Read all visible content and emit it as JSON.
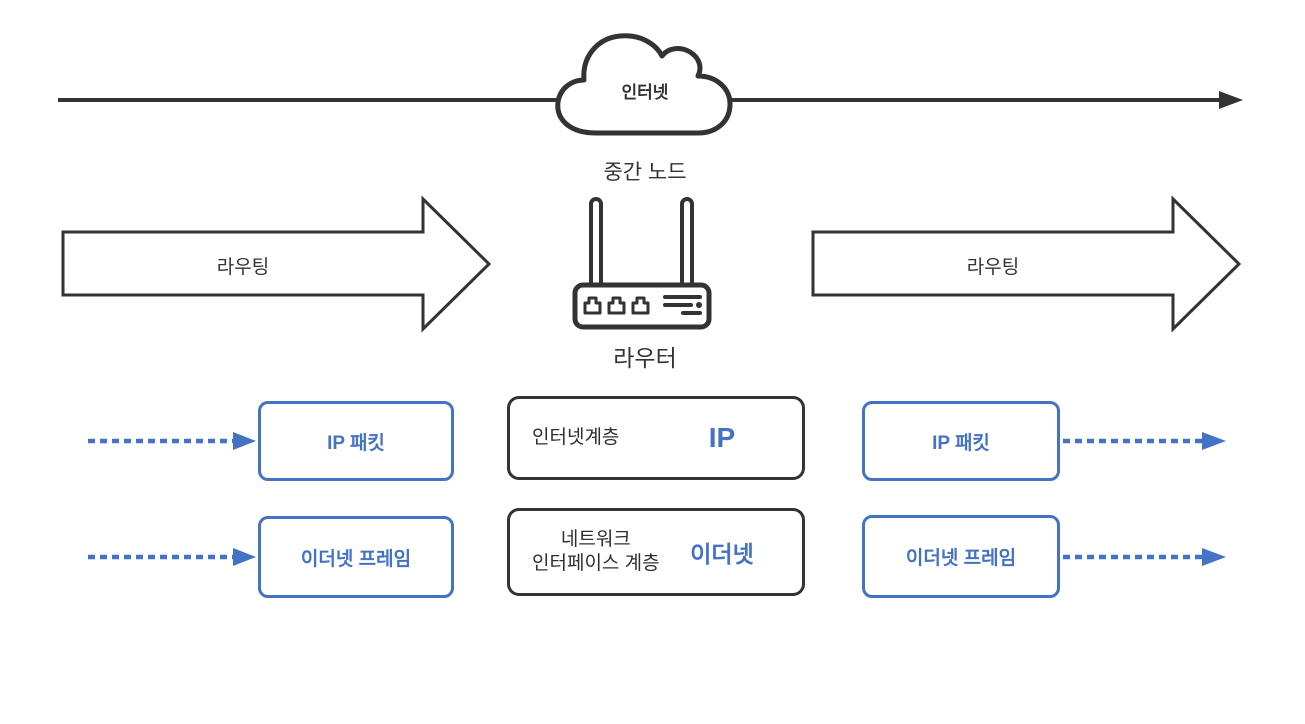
{
  "colors": {
    "accent": "#4472C4",
    "dark": "#333333"
  },
  "cloud": {
    "label": "인터넷",
    "sublabel": "중간 노드"
  },
  "router": {
    "label": "라우터"
  },
  "routing": {
    "left_label": "라우팅",
    "right_label": "라우팅"
  },
  "left_stack": {
    "ip_packet": "IP 패킷",
    "ethernet_frame": "이더넷 프레임"
  },
  "right_stack": {
    "ip_packet": "IP 패킷",
    "ethernet_frame": "이더넷 프레임"
  },
  "layers": {
    "internet": {
      "label": "인터넷계층",
      "value": "IP"
    },
    "network_interface": {
      "label_line1": "네트워크",
      "label_line2": "인터페이스 계층",
      "value": "이더넷"
    }
  }
}
